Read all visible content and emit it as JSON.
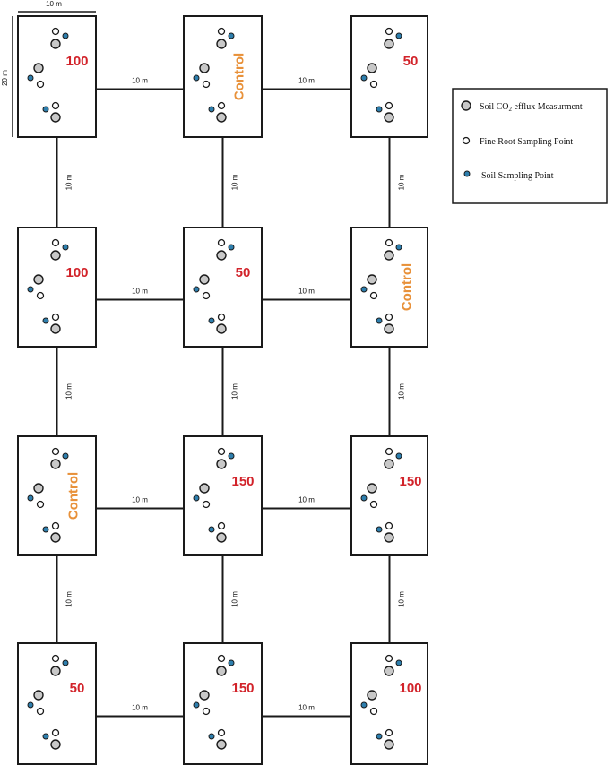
{
  "dimension_labels": {
    "width": "10 m",
    "height": "20 m"
  },
  "distance_label": "10 m",
  "colors": {
    "number_treatment": "#d2232a",
    "control_treatment": "#e8913a",
    "co2_point": "#c8c8c8",
    "root_point": "#ffffff",
    "soil_point": "#2e7fae",
    "outline": "#1a1a1a"
  },
  "legend": {
    "items": [
      {
        "key": "co2",
        "label_prefix": "Soil CO",
        "label_sub": "2",
        "label_suffix": " efflux Measurment"
      },
      {
        "key": "root",
        "label_prefix": "Fine Root Sampling Point",
        "label_sub": "",
        "label_suffix": ""
      },
      {
        "key": "soil",
        "label_prefix": "Soil Sampling Point",
        "label_sub": "",
        "label_suffix": ""
      }
    ]
  },
  "plots": [
    {
      "row": 1,
      "col": 1,
      "treatment": "100"
    },
    {
      "row": 1,
      "col": 2,
      "treatment": "Control"
    },
    {
      "row": 1,
      "col": 3,
      "treatment": "50"
    },
    {
      "row": 2,
      "col": 1,
      "treatment": "100"
    },
    {
      "row": 2,
      "col": 2,
      "treatment": "50"
    },
    {
      "row": 2,
      "col": 3,
      "treatment": "Control"
    },
    {
      "row": 3,
      "col": 1,
      "treatment": "Control"
    },
    {
      "row": 3,
      "col": 2,
      "treatment": "150"
    },
    {
      "row": 3,
      "col": 3,
      "treatment": "150"
    },
    {
      "row": 4,
      "col": 1,
      "treatment": "50"
    },
    {
      "row": 4,
      "col": 2,
      "treatment": "150"
    },
    {
      "row": 4,
      "col": 3,
      "treatment": "100"
    }
  ]
}
